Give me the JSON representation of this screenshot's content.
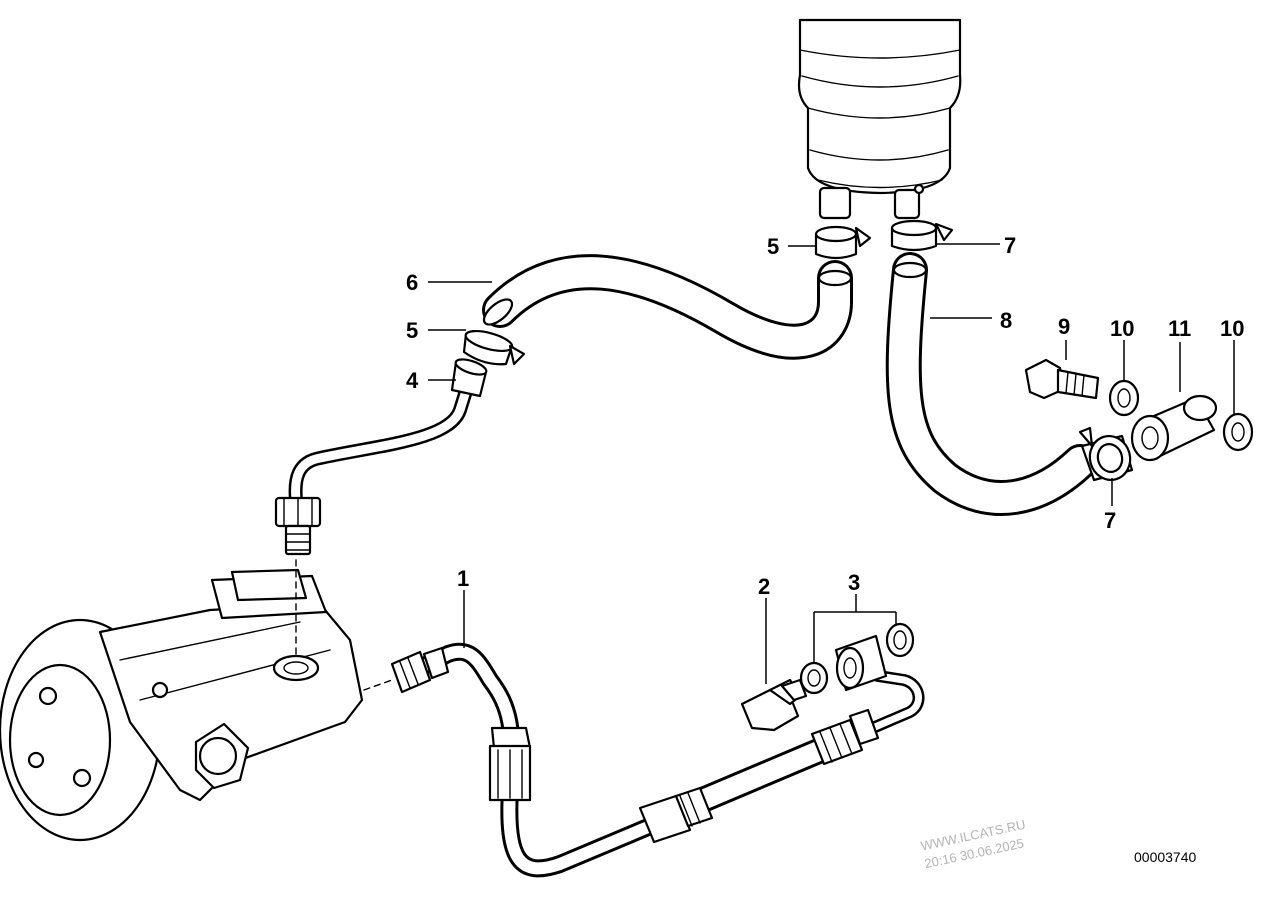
{
  "diagram": {
    "callouts": [
      {
        "id": "c1",
        "label": "1"
      },
      {
        "id": "c2",
        "label": "2"
      },
      {
        "id": "c3",
        "label": "3"
      },
      {
        "id": "c4",
        "label": "4"
      },
      {
        "id": "c5a",
        "label": "5"
      },
      {
        "id": "c5b",
        "label": "5"
      },
      {
        "id": "c6",
        "label": "6"
      },
      {
        "id": "c7a",
        "label": "7"
      },
      {
        "id": "c7b",
        "label": "7"
      },
      {
        "id": "c8",
        "label": "8"
      },
      {
        "id": "c9",
        "label": "9"
      },
      {
        "id": "c10a",
        "label": "10"
      },
      {
        "id": "c11",
        "label": "11"
      },
      {
        "id": "c10b",
        "label": "10"
      }
    ],
    "diagram_number": "00003740",
    "watermark": {
      "site": "WWW.ILCATS.RU",
      "timestamp": "20:16 30.06.2025"
    }
  }
}
